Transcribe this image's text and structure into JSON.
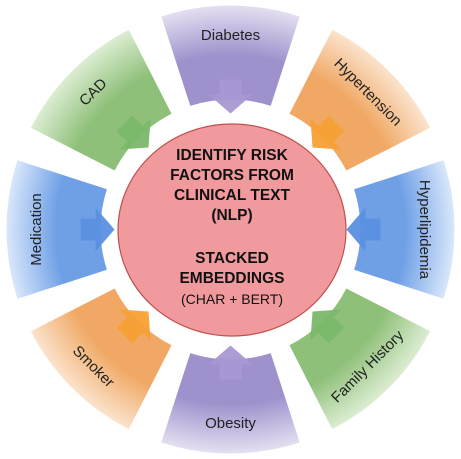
{
  "diagram": {
    "center": {
      "title_lines": [
        "IDENTIFY RISK",
        "FACTORS FROM",
        "CLINICAL TEXT",
        "(NLP)"
      ],
      "stack_lines": [
        "STACKED",
        "EMBEDDINGS"
      ],
      "note": "(CHAR + BERT)",
      "fill": "#f19a9e",
      "stroke": "#c0504d"
    },
    "segments": [
      {
        "label": "Diabetes",
        "light": "#e4dff1",
        "dark": "#9f92cc",
        "arrow": "#a898d2"
      },
      {
        "label": "Hypertension",
        "light": "#fbe3cd",
        "dark": "#f0a864",
        "arrow": "#f5a035"
      },
      {
        "label": "Hyperlipidemia",
        "light": "#d9e7fb",
        "dark": "#6fa0e6",
        "arrow": "#5b90e0"
      },
      {
        "label": "Family History",
        "light": "#dcedd2",
        "dark": "#8fc07a",
        "arrow": "#7ab86a"
      },
      {
        "label": "Obesity",
        "light": "#e4dff1",
        "dark": "#9f92cc",
        "arrow": "#a898d2"
      },
      {
        "label": "Smoker",
        "light": "#fbe3cd",
        "dark": "#f0a864",
        "arrow": "#f5a035"
      },
      {
        "label": "Medication",
        "light": "#d9e7fb",
        "dark": "#6fa0e6",
        "arrow": "#5b90e0"
      },
      {
        "label": "CAD",
        "light": "#dcedd2",
        "dark": "#8fc07a",
        "arrow": "#7ab86a"
      }
    ]
  }
}
